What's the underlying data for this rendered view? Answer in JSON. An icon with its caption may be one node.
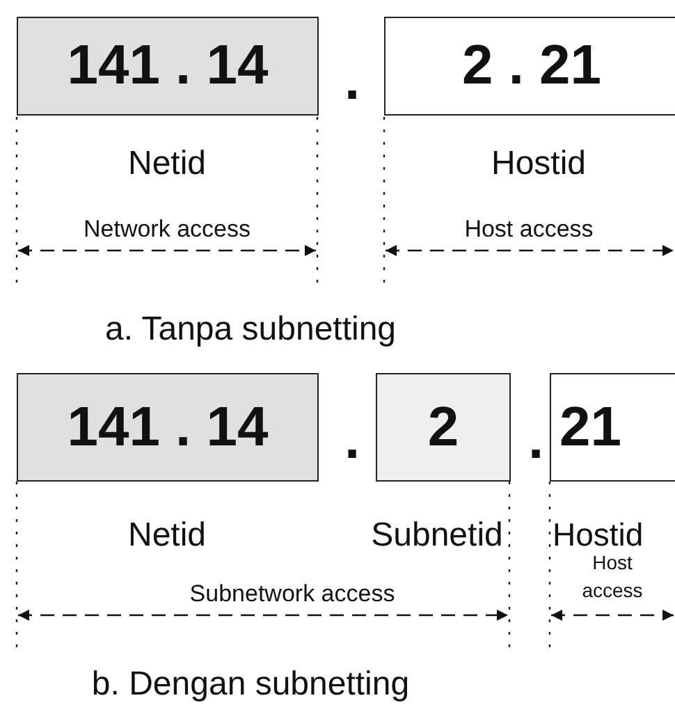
{
  "diagram": {
    "nodes": [
      {
        "text": [
          "141 . 14"
        ]
      },
      {
        "text": [
          "2 . 21"
        ]
      },
      {
        "text": [
          "141 . 14"
        ]
      },
      {
        "text": [
          "2"
        ]
      },
      {
        "text": [
          "21"
        ]
      }
    ],
    "labels": [
      ".",
      "Netid",
      "Hostid",
      "Network access",
      "Host access",
      "a. Tanpa subnetting",
      ".",
      ".",
      "Netid",
      "Subnetid",
      "Hostid",
      "Subnetwork access",
      "Host access",
      "b. Dengan subnetting"
    ]
  }
}
